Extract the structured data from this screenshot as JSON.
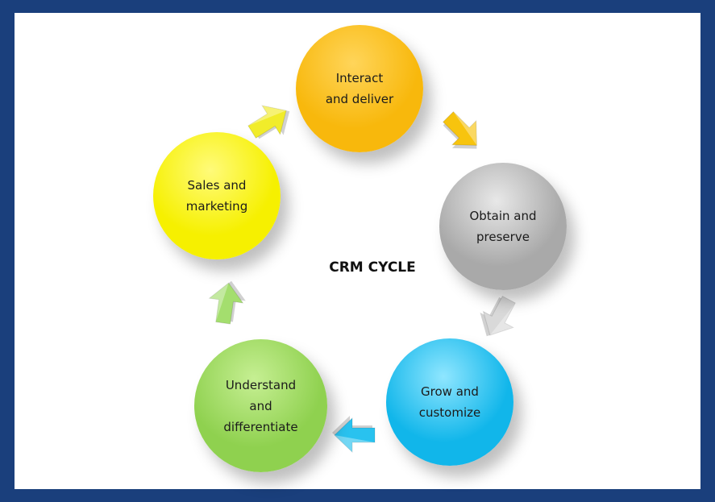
{
  "title": "CRM CYCLE",
  "stages": [
    {
      "id": "interact",
      "label": "Interact\nand deliver",
      "color": "#f8b80c",
      "color_light": "#ffd55a"
    },
    {
      "id": "obtain",
      "label": "Obtain and\npreserve",
      "color": "#a9a9a9",
      "color_light": "#e8e8e8"
    },
    {
      "id": "grow",
      "label": "Grow and\ncustomize",
      "color": "#11b6ea",
      "color_light": "#8fe6ff"
    },
    {
      "id": "understand",
      "label": "Understand\nand\ndifferentiate",
      "color": "#8fd14f",
      "color_light": "#c6ef93"
    },
    {
      "id": "sales",
      "label": "Sales and\nmarketing",
      "color": "#f6f000",
      "color_light": "#fffb7a"
    }
  ],
  "arrows": [
    {
      "from": "interact",
      "to": "obtain",
      "color": "#f7c40e"
    },
    {
      "from": "obtain",
      "to": "grow",
      "color": "#d9d9d9"
    },
    {
      "from": "grow",
      "to": "understand",
      "color": "#29c2ef"
    },
    {
      "from": "understand",
      "to": "sales",
      "color": "#a4de6e"
    },
    {
      "from": "sales",
      "to": "interact",
      "color": "#f1ec2a"
    }
  ]
}
